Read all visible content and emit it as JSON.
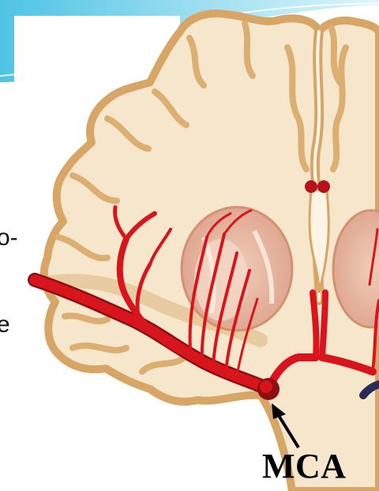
{
  "slide": {
    "text_fragments": [
      "o-",
      "e"
    ]
  },
  "figure": {
    "label": "MCA",
    "colors": {
      "brain_tissue": "#f6e6cc",
      "brain_outline": "#d7a566",
      "artery": "#d8151c",
      "artery_dark": "#8e0f12",
      "deep_nuclei": "#e8b8a2",
      "header_band": "#a9dff0"
    }
  }
}
